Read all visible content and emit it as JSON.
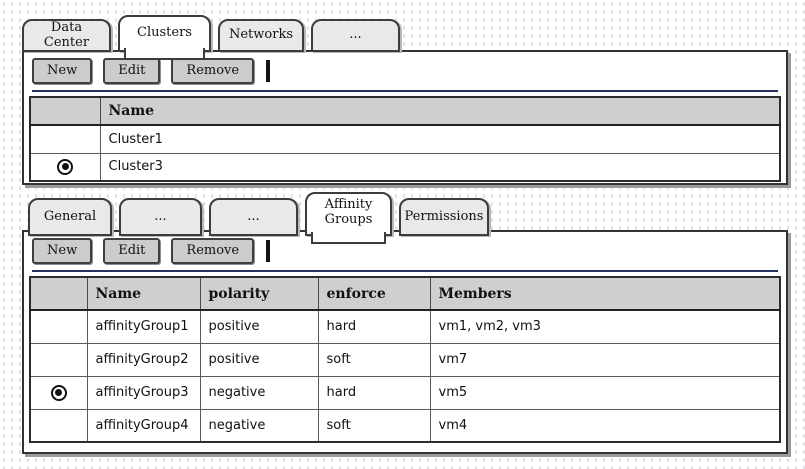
{
  "colors": {
    "navy_separator": "#24345f",
    "tab_fill": "#e9e9e9",
    "active_tab_fill": "#ffffff",
    "button_fill": "#cccccc",
    "table_header_fill": "#cfcfcf",
    "border": "#333333",
    "panel_shadow": "#9a9a9a",
    "background_dot": "#e2dfe4"
  },
  "top_tabs": {
    "active": "Clusters",
    "items": [
      {
        "label": "Data Center"
      },
      {
        "label": "Clusters"
      },
      {
        "label": "Networks"
      },
      {
        "label": "..."
      }
    ]
  },
  "clusters_panel": {
    "toolbar": {
      "new_label": "New",
      "edit_label": "Edit",
      "remove_label": "Remove"
    },
    "table": {
      "name_header": "Name",
      "rows": [
        {
          "name": "Cluster1",
          "selected": false
        },
        {
          "name": "Cluster3",
          "selected": true
        }
      ]
    }
  },
  "sub_tabs": {
    "active": "Affinity Groups",
    "items": [
      {
        "label": "General"
      },
      {
        "label": "..."
      },
      {
        "label": "..."
      },
      {
        "label": "Affinity Groups"
      },
      {
        "label": "Permissions"
      }
    ]
  },
  "affinity_panel": {
    "toolbar": {
      "new_label": "New",
      "edit_label": "Edit",
      "remove_label": "Remove"
    },
    "table": {
      "headers": {
        "name": "Name",
        "polarity": "polarity",
        "enforce": "enforce",
        "members": "Members"
      },
      "rows": [
        {
          "name": "affinityGroup1",
          "polarity": "positive",
          "enforce": "hard",
          "members": "vm1, vm2, vm3",
          "selected": false
        },
        {
          "name": "affinityGroup2",
          "polarity": "positive",
          "enforce": "soft",
          "members": "vm7",
          "selected": false
        },
        {
          "name": "affinityGroup3",
          "polarity": "negative",
          "enforce": "hard",
          "members": "vm5",
          "selected": true
        },
        {
          "name": "affinityGroup4",
          "polarity": "negative",
          "enforce": "soft",
          "members": "vm4",
          "selected": false
        }
      ]
    }
  }
}
